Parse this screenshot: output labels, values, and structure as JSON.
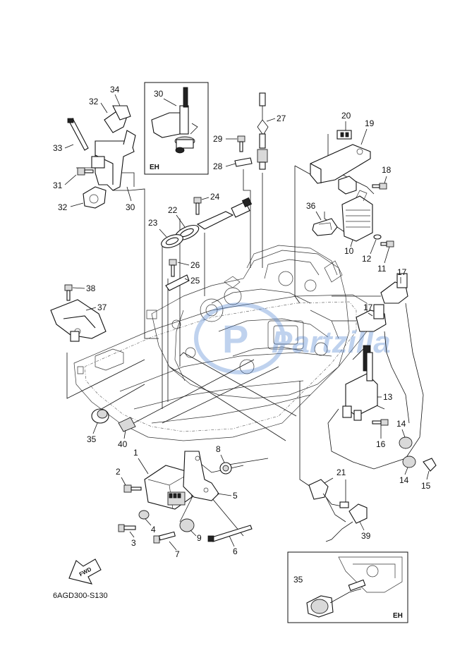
{
  "diagram": {
    "code": "6AGD300-S130",
    "fwd_label": "FWD",
    "inset_label": "EH",
    "watermark": "Partzilla",
    "callouts": {
      "c1": "1",
      "c2": "2",
      "c3": "3",
      "c4": "4",
      "c5": "5",
      "c6": "6",
      "c7": "7",
      "c8": "8",
      "c9": "9",
      "c10": "10",
      "c11": "11",
      "c12": "12",
      "c13": "13",
      "c14a": "14",
      "c14b": "14",
      "c15": "15",
      "c16": "16",
      "c17a": "17",
      "c17b": "17",
      "c18": "18",
      "c19": "19",
      "c20": "20",
      "c21": "21",
      "c22": "22",
      "c23": "23",
      "c24": "24",
      "c25": "25",
      "c26": "26",
      "c27": "27",
      "c28": "28",
      "c29": "29",
      "c30a": "30",
      "c30b": "30",
      "c31": "31",
      "c32a": "32",
      "c32b": "32",
      "c33": "33",
      "c34": "34",
      "c35a": "35",
      "c35b": "35",
      "c36": "36",
      "c37": "37",
      "c38": "38",
      "c39": "39",
      "c40": "40"
    }
  }
}
